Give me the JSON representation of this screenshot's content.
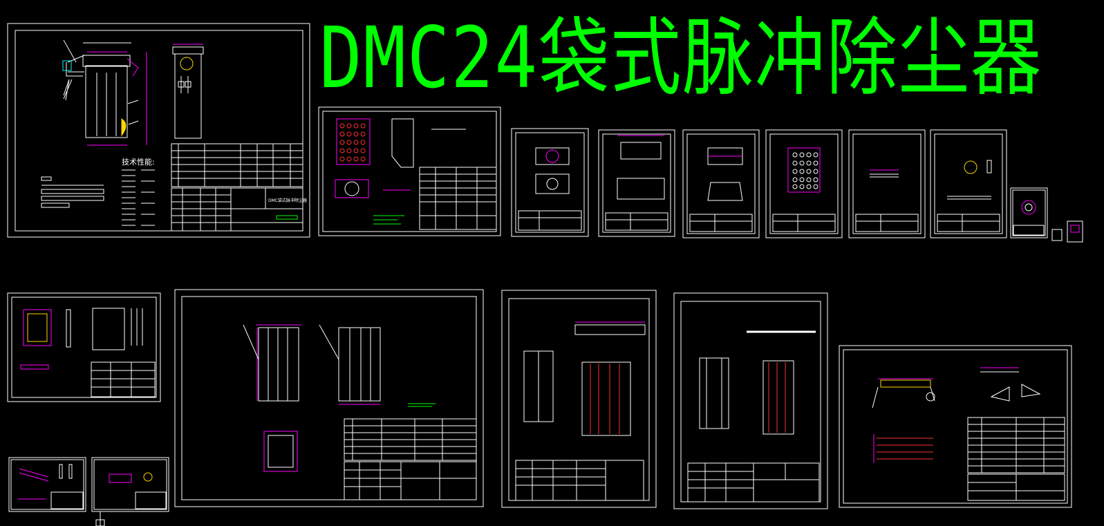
{
  "drawing_title": "DMC24袋式脉冲除尘器",
  "colors": {
    "background": "#000000",
    "title_green": "#00ff00",
    "line_white": "#ffffff",
    "magenta": "#ff00ff",
    "yellow": "#ffd700",
    "red": "#ff3030"
  },
  "title_block_labels": {
    "assembly_name": "DMC袋式脉冲除尘器",
    "tech_heading": "技术性能:"
  },
  "sheets": [
    {
      "id": "general-assembly"
    },
    {
      "id": "tube-sheet"
    },
    {
      "id": "part-a"
    },
    {
      "id": "part-b"
    },
    {
      "id": "part-c"
    },
    {
      "id": "part-d"
    },
    {
      "id": "part-e"
    },
    {
      "id": "part-f"
    },
    {
      "id": "part-g"
    },
    {
      "id": "part-h"
    },
    {
      "id": "door"
    },
    {
      "id": "box-assembly"
    },
    {
      "id": "side-panel"
    },
    {
      "id": "rear-panel"
    },
    {
      "id": "blow-pipe-assembly"
    },
    {
      "id": "bracket-small"
    },
    {
      "id": "valve-small"
    }
  ]
}
